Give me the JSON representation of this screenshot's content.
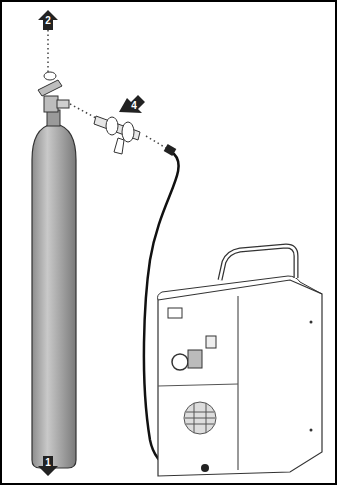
{
  "diagram": {
    "labels": [
      "2",
      "4",
      "1"
    ]
  }
}
